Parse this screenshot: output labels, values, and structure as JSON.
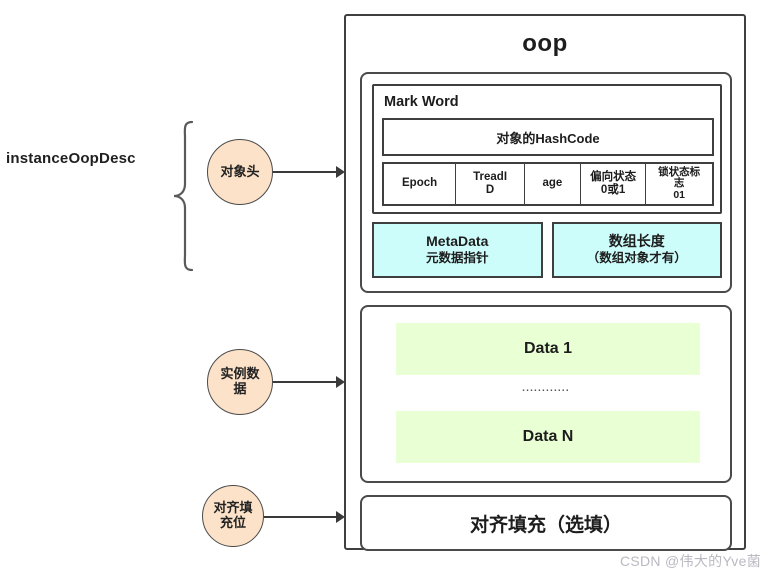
{
  "diagram": {
    "side_label": "instanceOopDesc",
    "oop_title": "oop",
    "watermark": "CSDN @伟大的Yve菌",
    "callouts": [
      {
        "id": "object-header",
        "label_line1": "对象头",
        "label_line2": ""
      },
      {
        "id": "instance-data",
        "label_line1": "实例数",
        "label_line2": "据"
      },
      {
        "id": "alignment-padding",
        "label_line1": "对齐填",
        "label_line2": "充位"
      }
    ],
    "object_header": {
      "mark_word": {
        "title": "Mark Word",
        "hashcode_row": "对象的HashCode",
        "fields": [
          {
            "name": "epoch",
            "line1": "Epoch",
            "line2": ""
          },
          {
            "name": "thread-id",
            "line1": "TreadI",
            "line2": "D"
          },
          {
            "name": "age",
            "line1": "age",
            "line2": ""
          },
          {
            "name": "bias-state",
            "line1": "偏向状态",
            "line2": "0或1"
          },
          {
            "name": "lock-state-flag",
            "line1": "锁状态标",
            "line2": "志",
            "line3": "01"
          }
        ]
      },
      "pointers": [
        {
          "name": "metadata-pointer",
          "main": "MetaData",
          "sub": "元数据指针"
        },
        {
          "name": "array-length",
          "main": "数组长度",
          "sub": "（数组对象才有）"
        }
      ]
    },
    "instance_data": {
      "first": "Data 1",
      "ellipsis": "............",
      "last": "Data N"
    },
    "alignment_padding": {
      "label": "对齐填充（选填）"
    },
    "colors": {
      "circle_fill": "#fbe2c8",
      "pointer_fill": "#ccfdfb",
      "data_fill": "#e9ffd4",
      "stroke": "#3f3f3f",
      "watermark": "#b9b9c2"
    }
  }
}
